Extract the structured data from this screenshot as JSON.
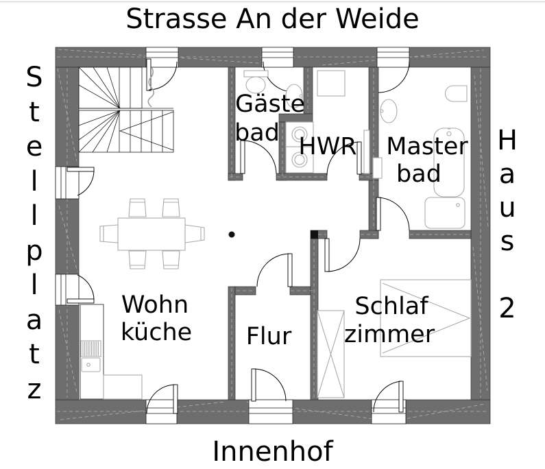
{
  "title_top": "Strasse An der Weide",
  "label_left": "Stellplatz",
  "label_right": "Haus 2",
  "label_bottom": "Innenhof",
  "rooms": {
    "gaestebad": {
      "line1": "Gäste",
      "line2": "bad"
    },
    "hwr": {
      "line1": "HWR"
    },
    "masterbad": {
      "line1": "Master",
      "line2": "bad"
    },
    "wohnkueche": {
      "line1": "Wohn",
      "line2": "küche"
    },
    "flur": {
      "line1": "Flur"
    },
    "schlafzimmer": {
      "line1": "Schlaf",
      "line2": "zimmer"
    }
  },
  "colors": {
    "wall": "#6e6e6e",
    "plan-line": "#1a1a1a",
    "fixture-line": "#a9a9a9",
    "background": "#ffffff",
    "text": "#000000"
  }
}
